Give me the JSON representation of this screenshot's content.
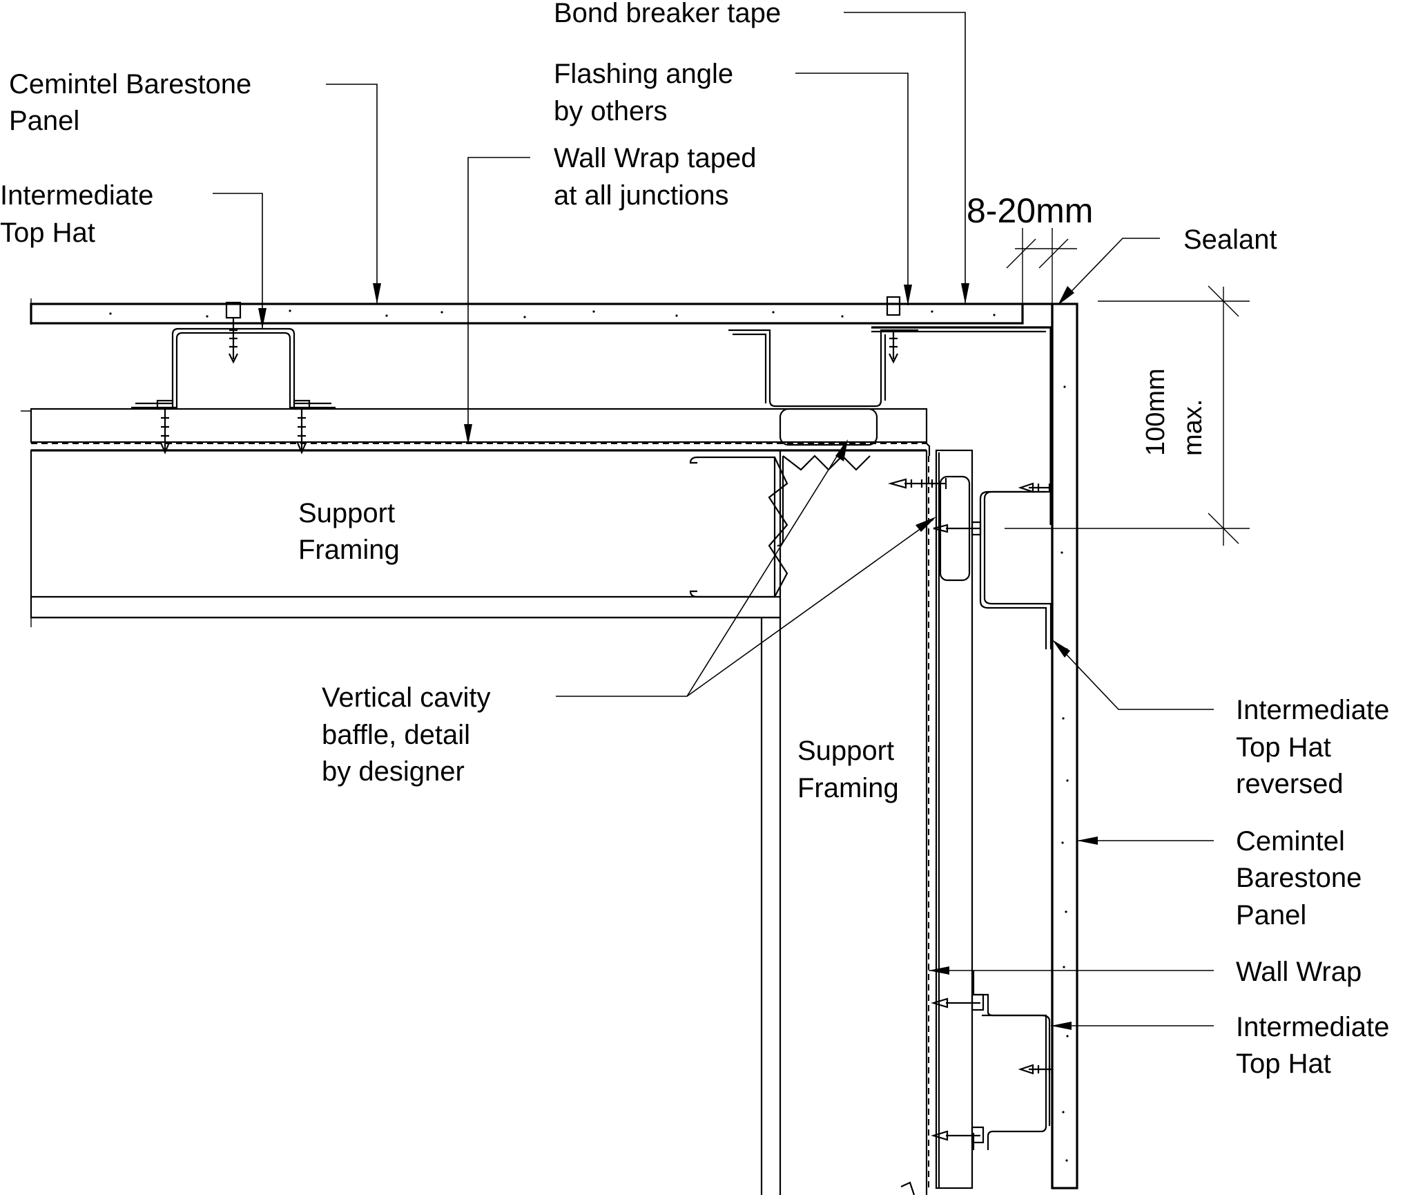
{
  "labels": {
    "bond_breaker_tape": "Bond breaker tape",
    "cemintel_top_1": "Cemintel Barestone",
    "cemintel_top_2": "Panel",
    "flashing_1": "Flashing angle",
    "flashing_2": "by others",
    "wall_wrap_taped_1": "Wall Wrap taped",
    "wall_wrap_taped_2": "at all junctions",
    "int_top_hat_left_1": "Intermediate",
    "int_top_hat_left_2": "Top Hat",
    "dim_gap": "8-20mm",
    "sealant": "Sealant",
    "dim_100_1": "100mm",
    "dim_100_2": "max.",
    "support_framing_left_1": "Support",
    "support_framing_left_2": "Framing",
    "cavity_baffle_1": "Vertical cavity",
    "cavity_baffle_2": "baffle, detail",
    "cavity_baffle_3": "by designer",
    "support_framing_right_1": "Support",
    "support_framing_right_2": "Framing",
    "int_top_hat_rev_1": "Intermediate",
    "int_top_hat_rev_2": "Top Hat",
    "int_top_hat_rev_3": "reversed",
    "cemintel_right_1": "Cemintel",
    "cemintel_right_2": "Barestone",
    "cemintel_right_3": "Panel",
    "wall_wrap": "Wall Wrap",
    "int_top_hat_right_1": "Intermediate",
    "int_top_hat_right_2": "Top Hat"
  }
}
